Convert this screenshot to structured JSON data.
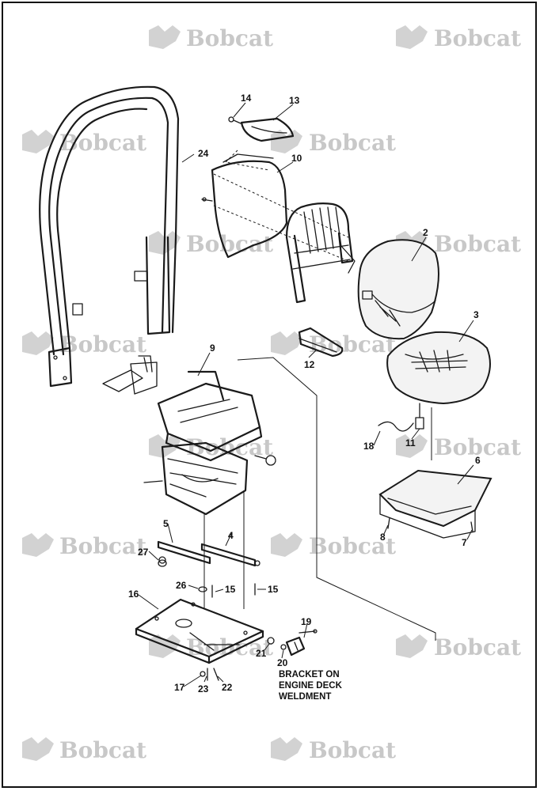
{
  "watermark": {
    "text": "Bobcat"
  },
  "callouts": {
    "c2": "2",
    "c3": "3",
    "c4": "4",
    "c5": "5",
    "c6": "6",
    "c7": "7",
    "c8": "8",
    "c9": "9",
    "c10": "10",
    "c11": "11",
    "c12": "12",
    "c13": "13",
    "c14": "14",
    "c15a": "15",
    "c15b": "15",
    "c16": "16",
    "c17": "17",
    "c18": "18",
    "c19": "19",
    "c20": "20",
    "c21": "21",
    "c22": "22",
    "c23": "23",
    "c24": "24",
    "c26": "26",
    "c27": "27"
  },
  "note": {
    "line1": "BRACKET ON",
    "line2": "ENGINE DECK",
    "line3": "WELDMENT"
  }
}
